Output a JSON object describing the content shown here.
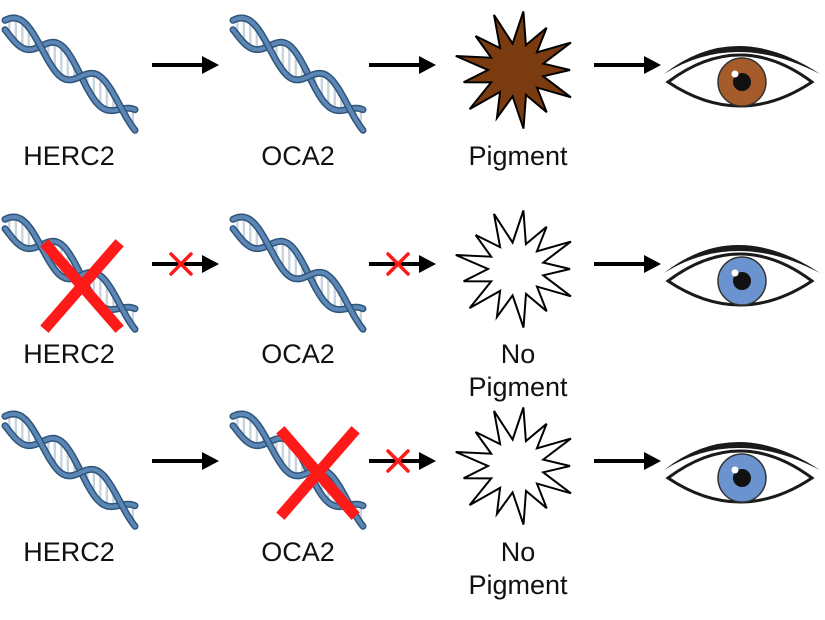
{
  "colors": {
    "dna_strand": "#5b86b5",
    "dna_strand_dark": "#2f5578",
    "dna_rung": "#c8d4de",
    "arrow": "#000000",
    "blocked_mark": "#ff1a1a",
    "pigment_fill": "#7a3b10",
    "no_pigment_fill": "#ffffff",
    "iris_brown": "#a55b2a",
    "iris_blue": "#6a93cf",
    "pupil": "#111111",
    "eye_outline": "#1a1a1a"
  },
  "rows": [
    {
      "gene1": {
        "label": "HERC2",
        "knocked_out": false,
        "icon": "dna-helix-icon"
      },
      "arrow1_blocked": false,
      "gene2": {
        "label": "OCA2",
        "knocked_out": false,
        "icon": "dna-helix-icon"
      },
      "arrow2_blocked": false,
      "product": {
        "line1": "Pigment",
        "line2": "",
        "filled": true,
        "icon": "pigment-starburst-icon"
      },
      "eye": {
        "iris": "brown",
        "icon": "eye-icon"
      }
    },
    {
      "gene1": {
        "label": "HERC2",
        "knocked_out": true,
        "icon": "dna-helix-icon"
      },
      "arrow1_blocked": true,
      "gene2": {
        "label": "OCA2",
        "knocked_out": false,
        "icon": "dna-helix-icon"
      },
      "arrow2_blocked": true,
      "product": {
        "line1": "No",
        "line2": "Pigment",
        "filled": false,
        "icon": "pigment-starburst-icon"
      },
      "eye": {
        "iris": "blue",
        "icon": "eye-icon"
      }
    },
    {
      "gene1": {
        "label": "HERC2",
        "knocked_out": false,
        "icon": "dna-helix-icon"
      },
      "arrow1_blocked": false,
      "gene2": {
        "label": "OCA2",
        "knocked_out": true,
        "icon": "dna-helix-icon"
      },
      "arrow2_blocked": true,
      "product": {
        "line1": "No",
        "line2": "Pigment",
        "filled": false,
        "icon": "pigment-starburst-icon"
      },
      "eye": {
        "iris": "blue",
        "icon": "eye-icon"
      }
    }
  ]
}
